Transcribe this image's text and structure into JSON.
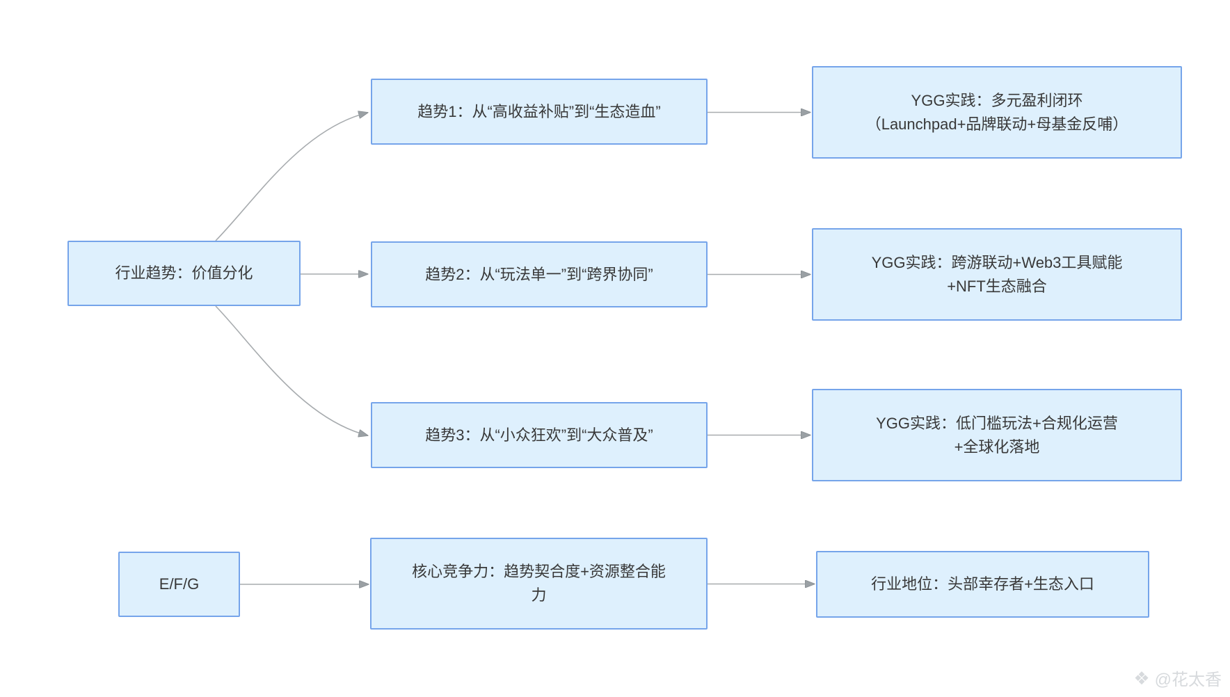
{
  "diagram": {
    "root": {
      "label": "行业趋势：价值分化"
    },
    "trends": [
      {
        "label": "趋势1：从“高收益补贴”到“生态造血”"
      },
      {
        "label": "趋势2：从“玩法单一”到“跨界协同”"
      },
      {
        "label": "趋势3：从“小众狂欢”到“大众普及”"
      }
    ],
    "practices": [
      {
        "lines": [
          "YGG实践：多元盈利闭环",
          "（Launchpad+品牌联动+母基金反哺）"
        ]
      },
      {
        "lines": [
          "YGG实践：跨游联动+Web3工具赋能",
          "+NFT生态融合"
        ]
      },
      {
        "lines": [
          "YGG实践：低门槛玩法+合规化运营",
          "+全球化落地"
        ]
      }
    ],
    "bottom": {
      "input": {
        "label": "E/F/G"
      },
      "competitiveness": {
        "lines": [
          "核心竞争力：趋势契合度+资源整合能",
          "力"
        ]
      },
      "position": {
        "label": "行业地位：头部幸存者+生态入口"
      }
    },
    "watermark": {
      "icon": "diamond-logo-icon",
      "text": "@花太香"
    },
    "colors": {
      "node_fill": "#def0fd",
      "node_border": "#75a4ea",
      "connector": "#a7abae",
      "arrowhead": "#9aa0a4",
      "text": "#383838",
      "watermark": "#d7dadd",
      "background": "#ffffff"
    }
  }
}
